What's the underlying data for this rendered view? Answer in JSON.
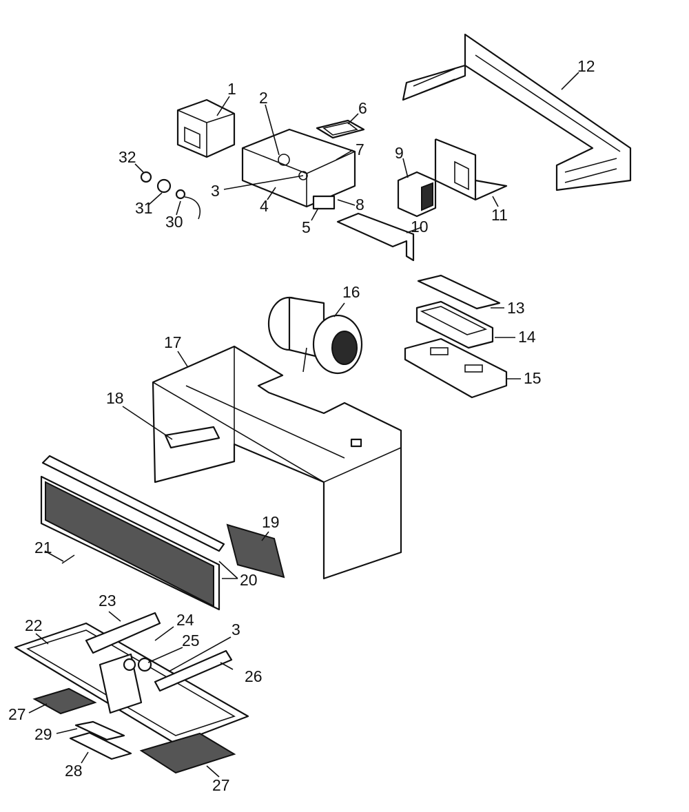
{
  "callouts": [
    {
      "id": "1",
      "text": "1"
    },
    {
      "id": "2",
      "text": "2"
    },
    {
      "id": "3a",
      "text": "3"
    },
    {
      "id": "4",
      "text": "4"
    },
    {
      "id": "5",
      "text": "5"
    },
    {
      "id": "6",
      "text": "6"
    },
    {
      "id": "7",
      "text": "7"
    },
    {
      "id": "8",
      "text": "8"
    },
    {
      "id": "9",
      "text": "9"
    },
    {
      "id": "10",
      "text": "10"
    },
    {
      "id": "11",
      "text": "11"
    },
    {
      "id": "12",
      "text": "12"
    },
    {
      "id": "13",
      "text": "13"
    },
    {
      "id": "14",
      "text": "14"
    },
    {
      "id": "15",
      "text": "15"
    },
    {
      "id": "16",
      "text": "16"
    },
    {
      "id": "17",
      "text": "17"
    },
    {
      "id": "18",
      "text": "18"
    },
    {
      "id": "19",
      "text": "19"
    },
    {
      "id": "20",
      "text": "20"
    },
    {
      "id": "21",
      "text": "21"
    },
    {
      "id": "22",
      "text": "22"
    },
    {
      "id": "23",
      "text": "23"
    },
    {
      "id": "24",
      "text": "24"
    },
    {
      "id": "25",
      "text": "25"
    },
    {
      "id": "3b",
      "text": "3"
    },
    {
      "id": "26",
      "text": "26"
    },
    {
      "id": "27a",
      "text": "27"
    },
    {
      "id": "28",
      "text": "28"
    },
    {
      "id": "29",
      "text": "29"
    },
    {
      "id": "27b",
      "text": "27"
    },
    {
      "id": "30",
      "text": "30"
    },
    {
      "id": "31",
      "text": "31"
    },
    {
      "id": "32",
      "text": "32"
    }
  ]
}
